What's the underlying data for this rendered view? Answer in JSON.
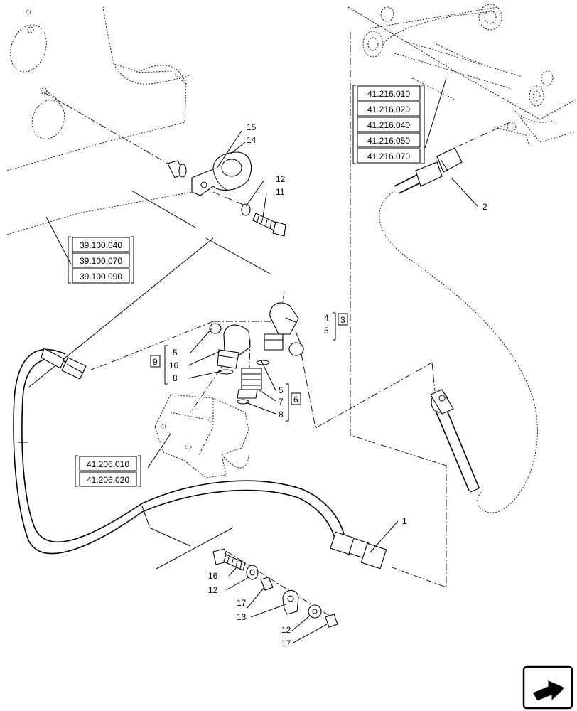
{
  "callouts": {
    "c1": "1",
    "c2": "2",
    "c3": "3",
    "c4": "4",
    "c5a": "5",
    "c5b": "5",
    "c5c": "5",
    "c6": "6",
    "c7": "7",
    "c8a": "8",
    "c8b": "8",
    "c9": "9",
    "c10": "10",
    "c11": "11",
    "c12a": "12",
    "c12b": "12",
    "c12c": "12",
    "c13": "13",
    "c14": "14",
    "c15": "15",
    "c16": "16",
    "c17a": "17",
    "c17b": "17"
  },
  "references": {
    "top_right": [
      "41.216.010",
      "41.216.020",
      "41.216.040",
      "41.216.050",
      "41.216.070"
    ],
    "left": [
      "39.100.040",
      "39.100.070",
      "39.100.090"
    ],
    "middle": [
      "41.206.010",
      "41.206.020"
    ]
  },
  "icons": {
    "nav": "next-page-arrow-icon"
  }
}
